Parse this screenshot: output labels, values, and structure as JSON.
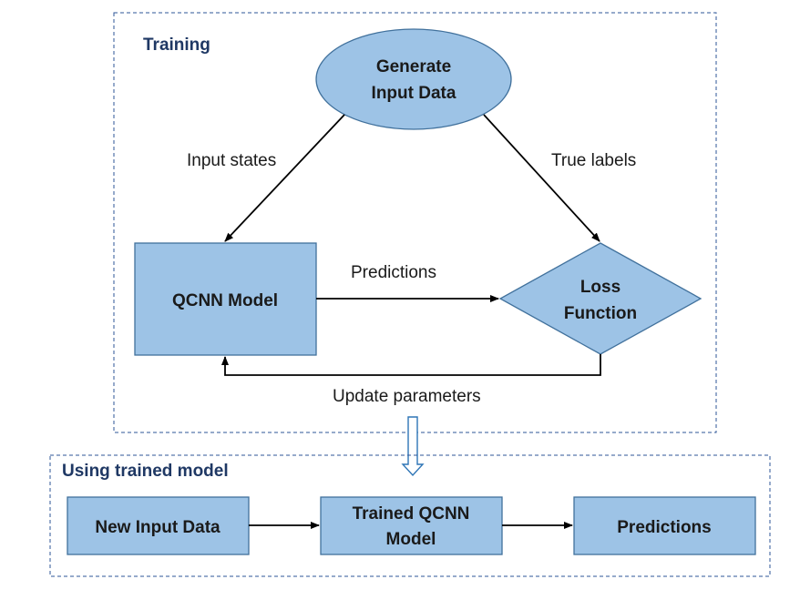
{
  "training": {
    "title": "Training",
    "generate_label": [
      "Generate",
      "Input Data"
    ],
    "qcnn_label": "QCNN Model",
    "loss_label": [
      "Loss",
      "Function"
    ],
    "input_states_label": "Input states",
    "true_labels_label": "True labels",
    "predictions_label": "Predictions",
    "update_label": "Update parameters"
  },
  "using": {
    "title": "Using trained model",
    "new_input_label": "New Input Data",
    "trained_label": [
      "Trained QCNN",
      "Model"
    ],
    "predictions_label": "Predictions"
  },
  "colors": {
    "node_fill": "#9dc3e6",
    "node_stroke": "#41719c",
    "title_text": "#1f3864",
    "frame_stroke": "#2e5597"
  }
}
